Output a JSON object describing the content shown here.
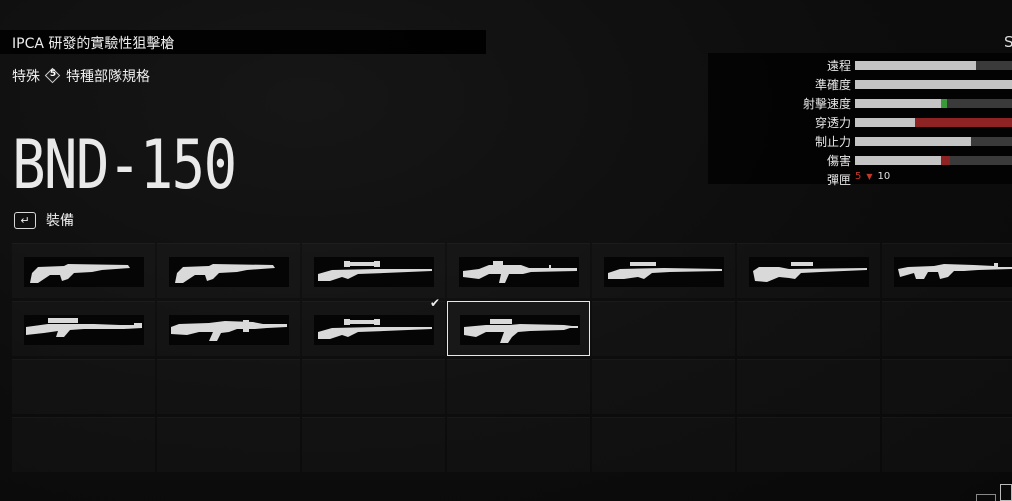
{
  "weapon": {
    "description": "IPCA 研發的實驗性狙擊槍",
    "category": "特殊",
    "tier_badge": "5",
    "spec": "特種部隊規格",
    "name": "BND-150",
    "equip_label": "裝備",
    "equip_key": "↵",
    "corner_text": "S"
  },
  "stats": [
    {
      "label": "遠程",
      "value": 0.77,
      "delta": 0,
      "delta_color": ""
    },
    {
      "label": "準確度",
      "value": 1.0,
      "delta": 0,
      "delta_color": ""
    },
    {
      "label": "射擊速度",
      "value": 0.55,
      "delta": 0.04,
      "delta_color": "#3a9a3a"
    },
    {
      "label": "穿透力",
      "value": 0.38,
      "delta": 0.62,
      "delta_color": "#8e2323"
    },
    {
      "label": "制止力",
      "value": 0.74,
      "delta": 0,
      "delta_color": ""
    },
    {
      "label": "傷害",
      "value": 0.55,
      "delta": 0.06,
      "delta_color": "#8e2323"
    }
  ],
  "ammo": {
    "label": "彈匣",
    "current": "5",
    "arrow": "▼",
    "max": "10"
  },
  "weapons_grid": {
    "rows": 4,
    "cols": 7,
    "items": [
      {
        "icon": "rifle-thumbhole-icon",
        "equipped": false,
        "selected": false
      },
      {
        "icon": "rifle-thumbhole-icon",
        "equipped": false,
        "selected": false
      },
      {
        "icon": "scoped-bolt-rifle-icon",
        "equipped": false,
        "selected": false
      },
      {
        "icon": "machine-gun-icon",
        "equipped": false,
        "selected": false
      },
      {
        "icon": "scoped-rifle-icon",
        "equipped": false,
        "selected": false
      },
      {
        "icon": "sniper-rifle-icon",
        "equipped": false,
        "selected": false
      },
      {
        "icon": "light-machine-gun-icon",
        "equipped": false,
        "selected": false
      },
      {
        "icon": "anti-materiel-rifle-icon",
        "equipped": false,
        "selected": false
      },
      {
        "icon": "heavy-machine-gun-icon",
        "equipped": false,
        "selected": false
      },
      {
        "icon": "scoped-bolt-rifle-icon",
        "equipped": true,
        "selected": false
      },
      {
        "icon": "bnd-150-rifle-icon",
        "equipped": false,
        "selected": true
      }
    ]
  },
  "equipped_mark": "✔"
}
